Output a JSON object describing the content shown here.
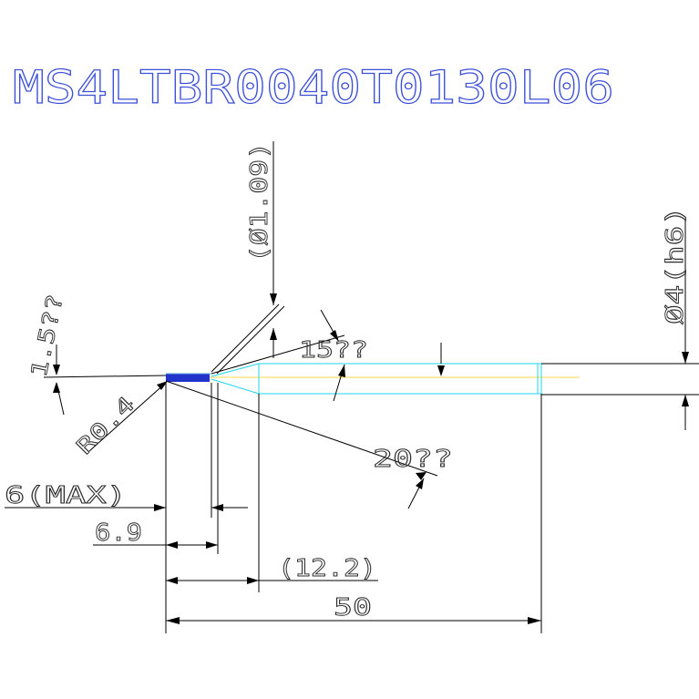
{
  "title": "MS4LTBR0040T0130L06",
  "dimensions": {
    "dia_neck": "(Ø1.09)",
    "dia_shank": "Ø4(h6)",
    "angle_tip": "1.5??",
    "radius": "R0.4",
    "angle_15": "15??",
    "angle_20": "20??",
    "flute_length": "6(MAX)",
    "neck_length": "6.9",
    "taper_length": "(12.2)",
    "overall_length": "50"
  },
  "colors": {
    "title": "#3d50d8",
    "dimension_text": "#2b2b2b",
    "lines": "#000000",
    "tool_outline": "#22d3ee",
    "centerline": "#ffd84a",
    "cutting_edge": "#2233cc"
  }
}
